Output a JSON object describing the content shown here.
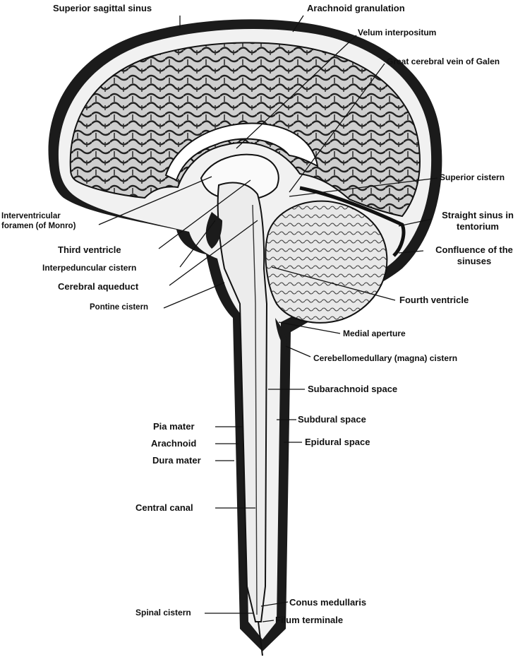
{
  "labels": {
    "superior_sagittal_sinus": "Superior sagittal sinus",
    "arachnoid_granulation": "Arachnoid granulation",
    "velum_interpositum": "Velum interpositum",
    "great_cerebral_vein": "Great cerebral vein of Galen",
    "superior_cistern": "Superior cistern",
    "straight_sinus_1": "Straight sinus in",
    "straight_sinus_2": "tentorium",
    "confluence_1": "Confluence of the",
    "confluence_2": "sinuses",
    "interventricular_1": "Interventricular",
    "interventricular_2": "foramen (of Monro)",
    "third_ventricle": "Third ventricle",
    "interpeduncular_cistern": "Interpeduncular cistern",
    "cerebral_aqueduct": "Cerebral aqueduct",
    "pontine_cistern": "Pontine cistern",
    "fourth_ventricle": "Fourth ventricle",
    "medial_aperture": "Medial aperture",
    "cerebellomedullary_cistern": "Cerebellomedullary (magna) cistern",
    "subarachnoid_space": "Subarachnoid space",
    "subdural_space": "Subdural space",
    "epidural_space": "Epidural space",
    "pia_mater": "Pia mater",
    "arachnoid": "Arachnoid",
    "dura_mater": "Dura mater",
    "central_canal": "Central canal",
    "conus_medullaris": "Conus medullaris",
    "spinal_cistern": "Spinal cistern",
    "filum_terminale": "Filum terminale"
  }
}
